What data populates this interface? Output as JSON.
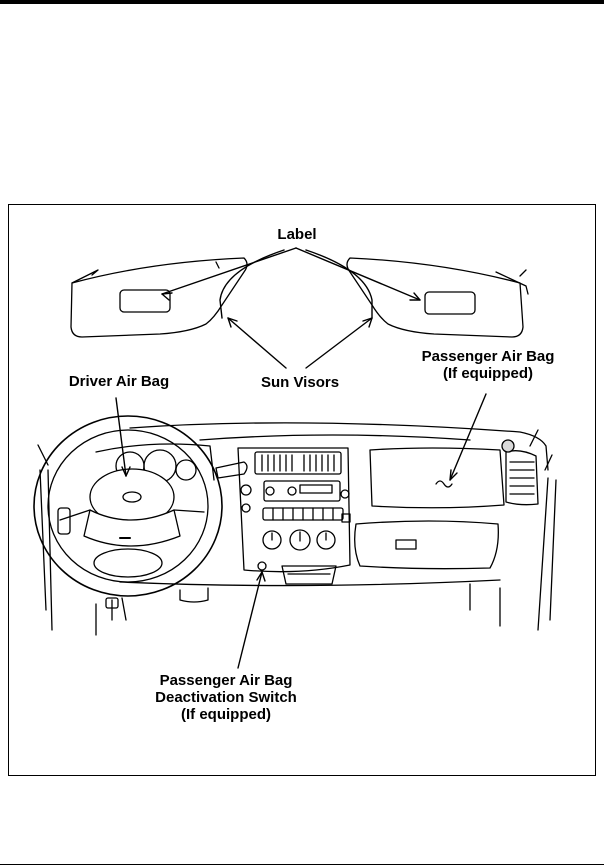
{
  "labels": {
    "label": "Label",
    "sun_visors": "Sun Visors",
    "driver_air_bag": "Driver Air Bag",
    "passenger_air_bag": [
      "Passenger Air Bag",
      "(If equipped)"
    ],
    "deactivation_switch": [
      "Passenger Air Bag",
      "Deactivation Switch",
      "(If equipped)"
    ]
  },
  "colors": {
    "ink": "#000000",
    "paper": "#ffffff",
    "shade": "#d9d9d9"
  }
}
